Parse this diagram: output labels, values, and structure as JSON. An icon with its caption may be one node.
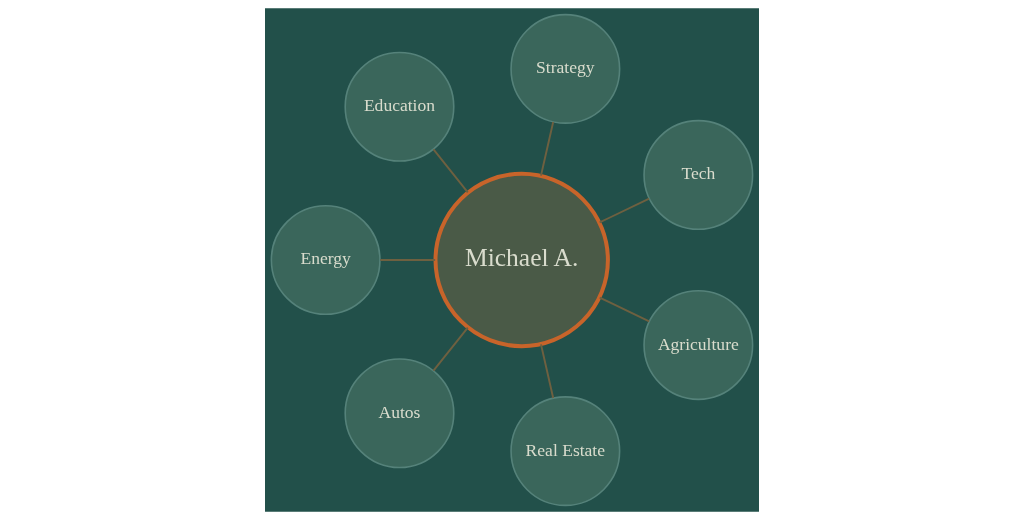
{
  "diagram": {
    "nodes": [
      {
        "text": [
          "Tech"
        ]
      },
      {
        "text": [
          "Strategy"
        ]
      },
      {
        "text": [
          "Education"
        ]
      },
      {
        "text": [
          "Energy"
        ]
      },
      {
        "text": [
          "Michael A."
        ]
      },
      {
        "text": [
          "Autos"
        ]
      },
      {
        "text": [
          "Real Estate"
        ]
      },
      {
        "text": [
          "Agriculture"
        ]
      }
    ],
    "edges": [
      {
        "from": 4,
        "to": 0,
        "arrow": "none"
      },
      {
        "from": 4,
        "to": 2,
        "arrow": "none"
      },
      {
        "from": 4,
        "to": 5,
        "arrow": "none"
      },
      {
        "from": 4,
        "to": 7,
        "arrow": "none"
      },
      {
        "from": 4,
        "to": 6,
        "arrow": "none"
      },
      {
        "from": 4,
        "to": 3,
        "arrow": "none"
      },
      {
        "from": 4,
        "to": 1,
        "arrow": "none"
      }
    ]
  }
}
